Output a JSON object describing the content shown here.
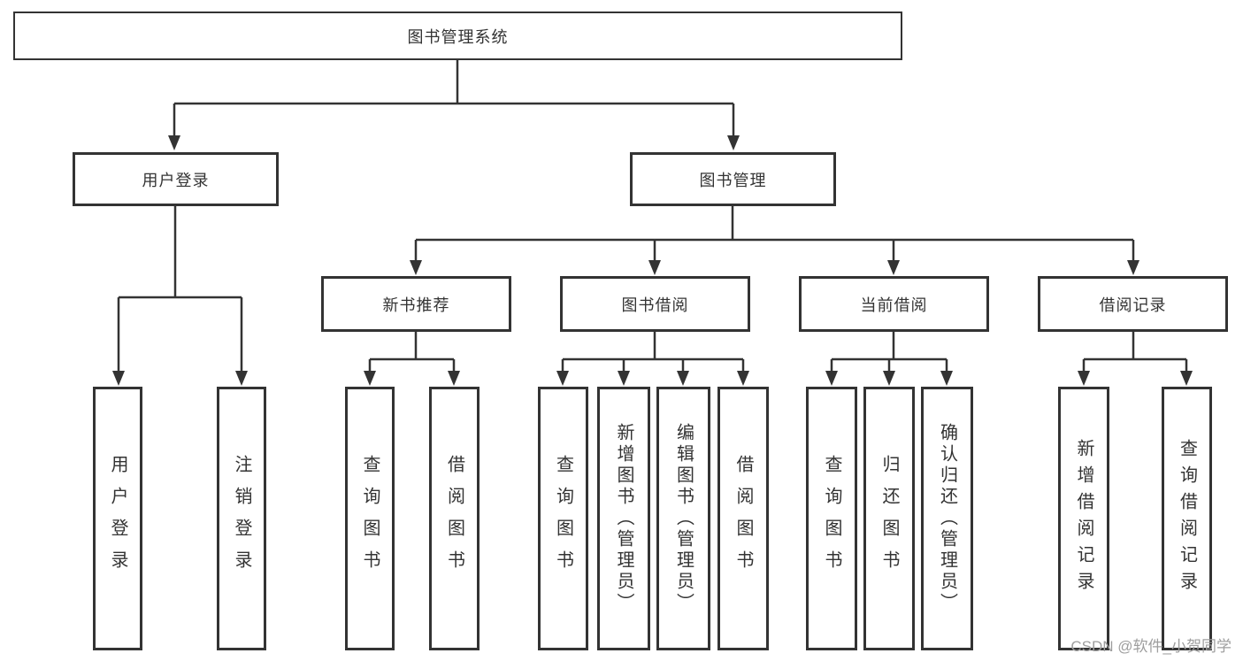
{
  "nodes": {
    "root": {
      "label": "图书管理系统"
    },
    "user_login": {
      "label": "用户登录"
    },
    "book_mgmt": {
      "label": "图书管理"
    },
    "new_books": {
      "label": "新书推荐"
    },
    "book_borrow": {
      "label": "图书借阅"
    },
    "current_borrow": {
      "label": "当前借阅"
    },
    "borrow_records": {
      "label": "借阅记录"
    },
    "leaves": {
      "user_login": {
        "label": "用户登录"
      },
      "logout": {
        "label": "注销登录"
      },
      "query_books_1": {
        "label": "查询图书"
      },
      "borrow_books_1": {
        "label": "借阅图书"
      },
      "query_books_2": {
        "label": "查询图书"
      },
      "add_books": {
        "label": "新增图书（管理员）"
      },
      "edit_books": {
        "label": "编辑图书（管理员）"
      },
      "borrow_books_2": {
        "label": "借阅图书"
      },
      "query_books_3": {
        "label": "查询图书"
      },
      "return_books": {
        "label": "归还图书"
      },
      "confirm_return": {
        "label": "确认归还（管理员）"
      },
      "add_borrow_record": {
        "label": "新增借阅记录"
      },
      "query_borrow_record": {
        "label": "查询借阅记录"
      }
    }
  },
  "watermark": {
    "text": "CSDN @软件_小贺同学"
  },
  "colors": {
    "line": "#333333",
    "text": "#333333",
    "watermark": "#9e9e9e",
    "background": "#ffffff"
  }
}
